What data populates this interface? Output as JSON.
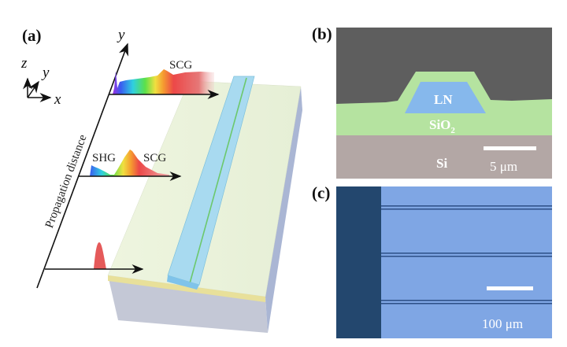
{
  "panel_a": {
    "label": "(a)",
    "axis_z": "z",
    "axis_y": "y",
    "axis_x": "x",
    "propagation_axis_y": "y",
    "propagation_label": "Propagation distance",
    "spectrum_top_label": "SCG",
    "spectrum_mid_label_shg": "SHG",
    "spectrum_mid_label_scg": "SCG"
  },
  "panel_b": {
    "label": "(b)",
    "ln": "LN",
    "sio2": "SiO",
    "sio2_sub": "2",
    "si": "Si",
    "scale": "5 μm",
    "colors": {
      "top": "#5e5e5e",
      "cladding": "#b5e3a0",
      "ln": "#86b8ec",
      "si": "#b3a7a5"
    }
  },
  "panel_c": {
    "label": "(c)",
    "scale": "100 μm",
    "colors": {
      "field": "#7fa6e4",
      "edge": "#23476e"
    }
  }
}
